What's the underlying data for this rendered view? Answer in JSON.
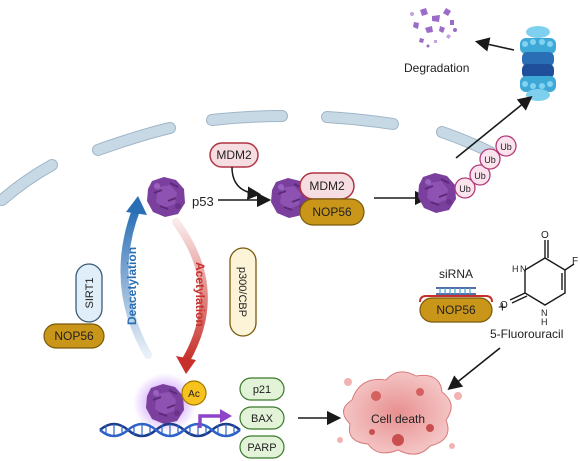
{
  "labels": {
    "p53": "p53",
    "mdm2_free": "MDM2",
    "mdm2_complex": "MDM2",
    "nop56_complex": "NOP56",
    "ub": [
      "Ub",
      "Ub",
      "Ub",
      "Ub"
    ],
    "degradation": "Degradation",
    "sirt1": "SIRT1",
    "nop56_left": "NOP56",
    "deacetylation": "Deacetylation",
    "acetylation": "Acetylation",
    "p300_cbp": "p300/CBP",
    "ac": "Ac",
    "targets": [
      "p21",
      "BAX",
      "PARP"
    ],
    "cell_death": "Cell death",
    "sirna": "siRNA",
    "nop56_sirna": "NOP56",
    "plus": "+",
    "drug": "5-Fluorouracil",
    "fu_o1": "O",
    "fu_o2": "O",
    "fu_f": "F",
    "fu_nh1": "H",
    "fu_nh2": "H",
    "fu_n": "N",
    "fu_n2": "N"
  },
  "colors": {
    "protein": "#7b3f9e",
    "nop56_fill": "#c9961a",
    "mdm2_fill": "#f6dde1",
    "mdm2_stroke": "#b03545",
    "sirt1_fill": "#dfeef8",
    "p300_fill": "#fdf3d6",
    "target_fill": "#e3f3d8",
    "deacetylation": "#2a6fb5",
    "acetylation": "#c8302b",
    "membrane": "#c8d9e6",
    "proteasome": "#3ea8d6"
  }
}
